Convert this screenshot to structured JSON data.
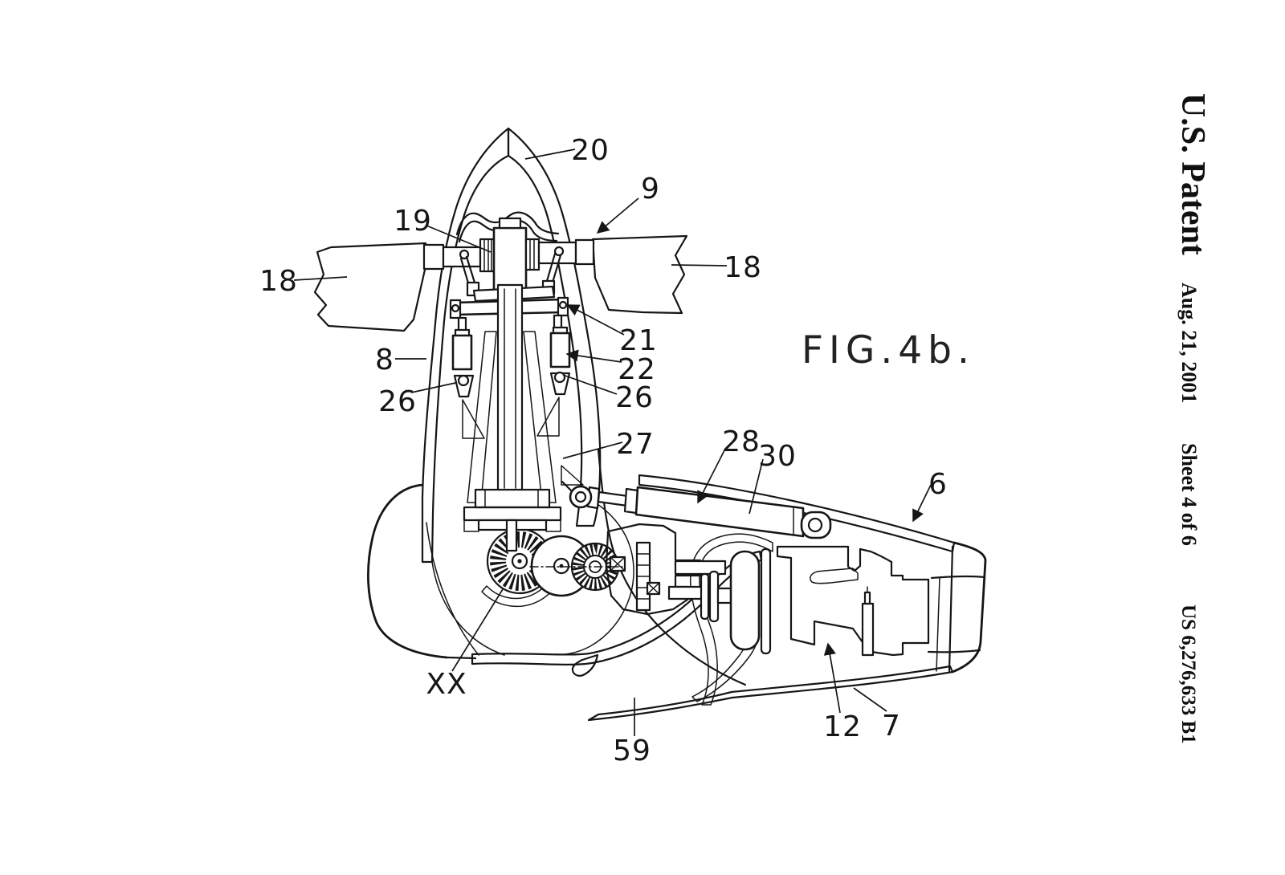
{
  "page": {
    "background": "#ffffff",
    "ink_color": "#161616"
  },
  "header": {
    "title": "U.S. Patent",
    "date": "Aug. 21, 2001",
    "sheet": "Sheet 4 of 6",
    "patent_number": "US 6,276,633 B1"
  },
  "figure": {
    "caption": "FIG.4b.",
    "labels": {
      "n6": "6",
      "n7": "7",
      "n8": "8",
      "n9": "9",
      "n12": "12",
      "n18": "18",
      "n19": "19",
      "n20": "20",
      "n21": "21",
      "n22": "22",
      "n26": "26",
      "n27": "27",
      "n28": "28",
      "n30": "30",
      "n59": "59",
      "nxx": "XX"
    }
  }
}
